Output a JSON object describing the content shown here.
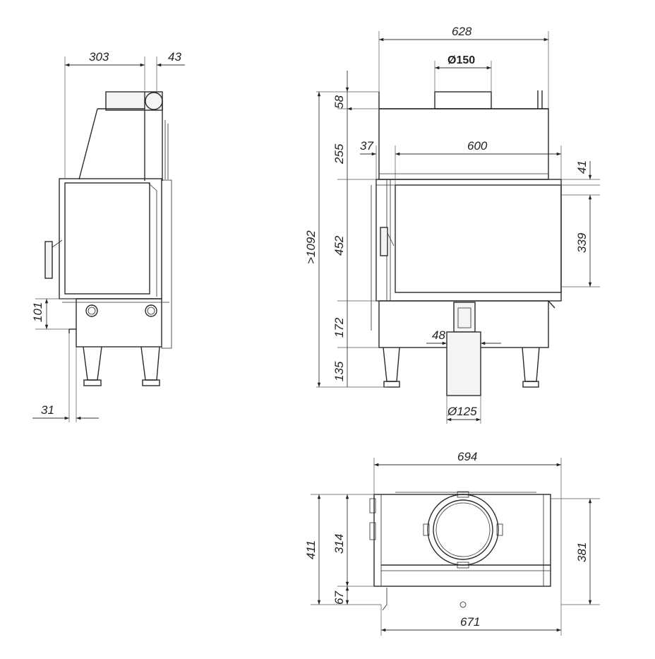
{
  "colors": {
    "line": "#2b2b2b",
    "background": "#ffffff"
  },
  "dimensions": {
    "side_depth": "303",
    "side_flue_offset": "43",
    "side_base_height": "101",
    "side_foot_offset": "31",
    "front_total_width": "628",
    "flue_outlet_diameter": "Ø150",
    "front_top_section": "58",
    "front_upper_section": "255",
    "front_glass_offset": "37",
    "front_glass_width": "600",
    "front_glass_top_offset": "41",
    "front_glass_height": "339",
    "front_total_height": ">1092",
    "front_door_height": "452",
    "front_base_section": "172",
    "front_air_inlet_offset": "48",
    "front_legs_height": "135",
    "air_inlet_diameter": "Ø125",
    "top_total_width": "694",
    "top_total_depth": "411",
    "top_body_depth": "314",
    "top_front_depth": "67",
    "top_right_depth": "381",
    "top_bottom_width": "671"
  }
}
